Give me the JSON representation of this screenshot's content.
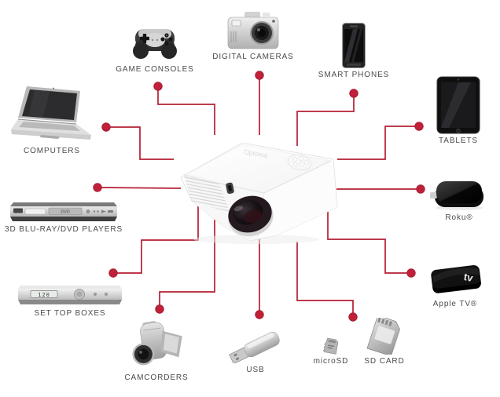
{
  "diagram": {
    "background": "#ffffff",
    "colors": {
      "connector_line": "#b41f33",
      "connector_dot": "#c02039",
      "label_text": "#4b4b4b"
    },
    "projector": {
      "name": "projector",
      "brand": "Optoma"
    },
    "devices": [
      {
        "id": "game-consoles",
        "label": "GAME CONSOLES",
        "icon": "gamepad-icon"
      },
      {
        "id": "digital-cameras",
        "label": "DIGITAL CAMERAS",
        "icon": "camera-icon"
      },
      {
        "id": "smart-phones",
        "label": "SMART PHONES",
        "icon": "smartphone-icon"
      },
      {
        "id": "computers",
        "label": "COMPUTERS",
        "icon": "laptop-icon"
      },
      {
        "id": "tablets",
        "label": "TABLETS",
        "icon": "tablet-icon"
      },
      {
        "id": "blu-ray-dvd-players",
        "label": "3D BLU-RAY/DVD PLAYERS",
        "icon": "dvd-player-icon",
        "panel_logo": "DVD"
      },
      {
        "id": "roku",
        "label": "Roku®",
        "icon": "roku-box-icon"
      },
      {
        "id": "set-top-boxes",
        "label": "SET TOP BOXES",
        "icon": "set-top-box-icon",
        "display": "120"
      },
      {
        "id": "apple-tv",
        "label": "Apple TV®",
        "icon": "apple-tv-icon",
        "mark": "tv"
      },
      {
        "id": "camcorders",
        "label": "CAMCORDERS",
        "icon": "camcorder-icon"
      },
      {
        "id": "usb",
        "label": "USB",
        "icon": "usb-drive-icon"
      },
      {
        "id": "microsd",
        "label": "microSD",
        "icon": "microsd-card-icon"
      },
      {
        "id": "sd-card",
        "label": "SD CARD",
        "icon": "sd-card-icon"
      }
    ]
  }
}
